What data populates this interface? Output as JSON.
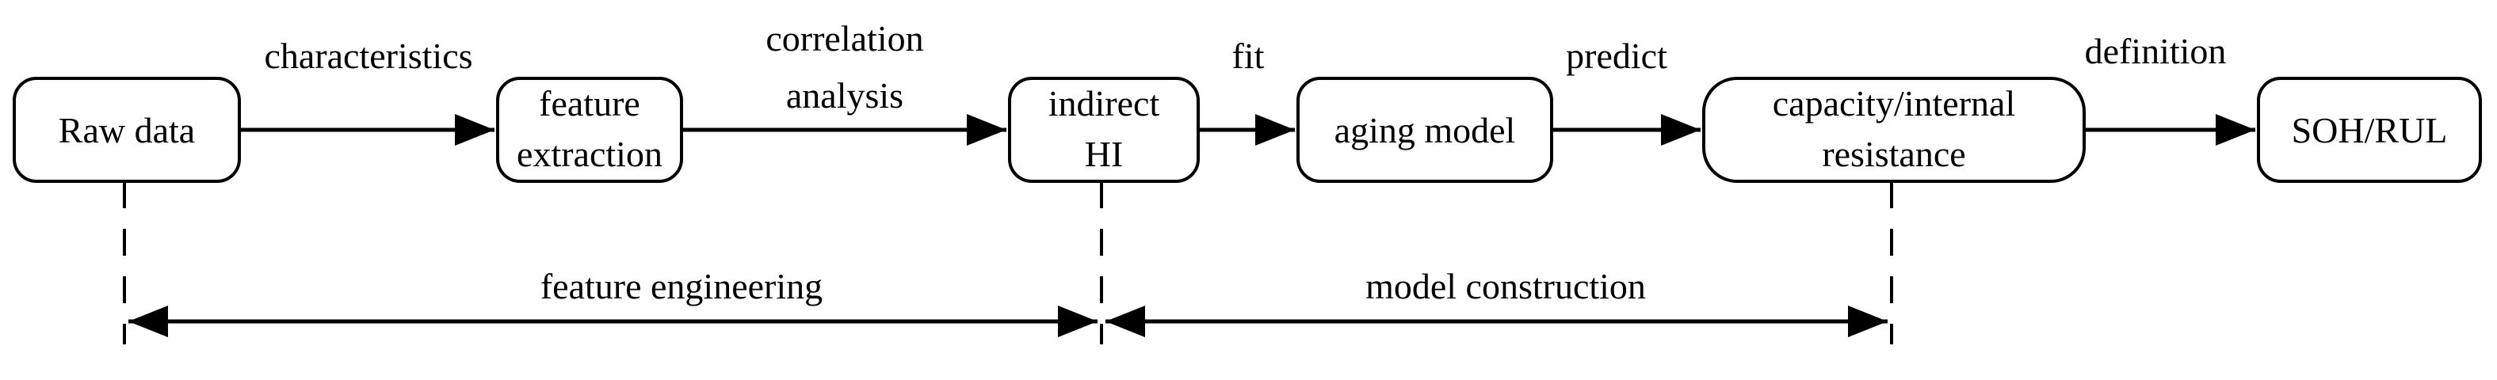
{
  "nodes": {
    "raw_data": {
      "lines": [
        "Raw data"
      ]
    },
    "feature_extraction": {
      "lines": [
        "feature",
        "extraction"
      ]
    },
    "indirect_hi": {
      "lines": [
        "indirect",
        "HI"
      ]
    },
    "aging_model": {
      "lines": [
        "aging model"
      ]
    },
    "capacity_resistance": {
      "lines": [
        "capacity/internal",
        "resistance"
      ]
    },
    "soh_rul": {
      "lines": [
        "SOH/RUL"
      ]
    }
  },
  "edges": {
    "e1": {
      "lines": [
        "characteristics"
      ]
    },
    "e2": {
      "lines": [
        "correlation",
        "analysis"
      ]
    },
    "e3": {
      "lines": [
        "fit"
      ]
    },
    "e4": {
      "lines": [
        "predict"
      ]
    },
    "e5": {
      "lines": [
        "definition"
      ]
    }
  },
  "spans": {
    "feature_engineering": "feature engineering",
    "model_construction": "model construction"
  }
}
